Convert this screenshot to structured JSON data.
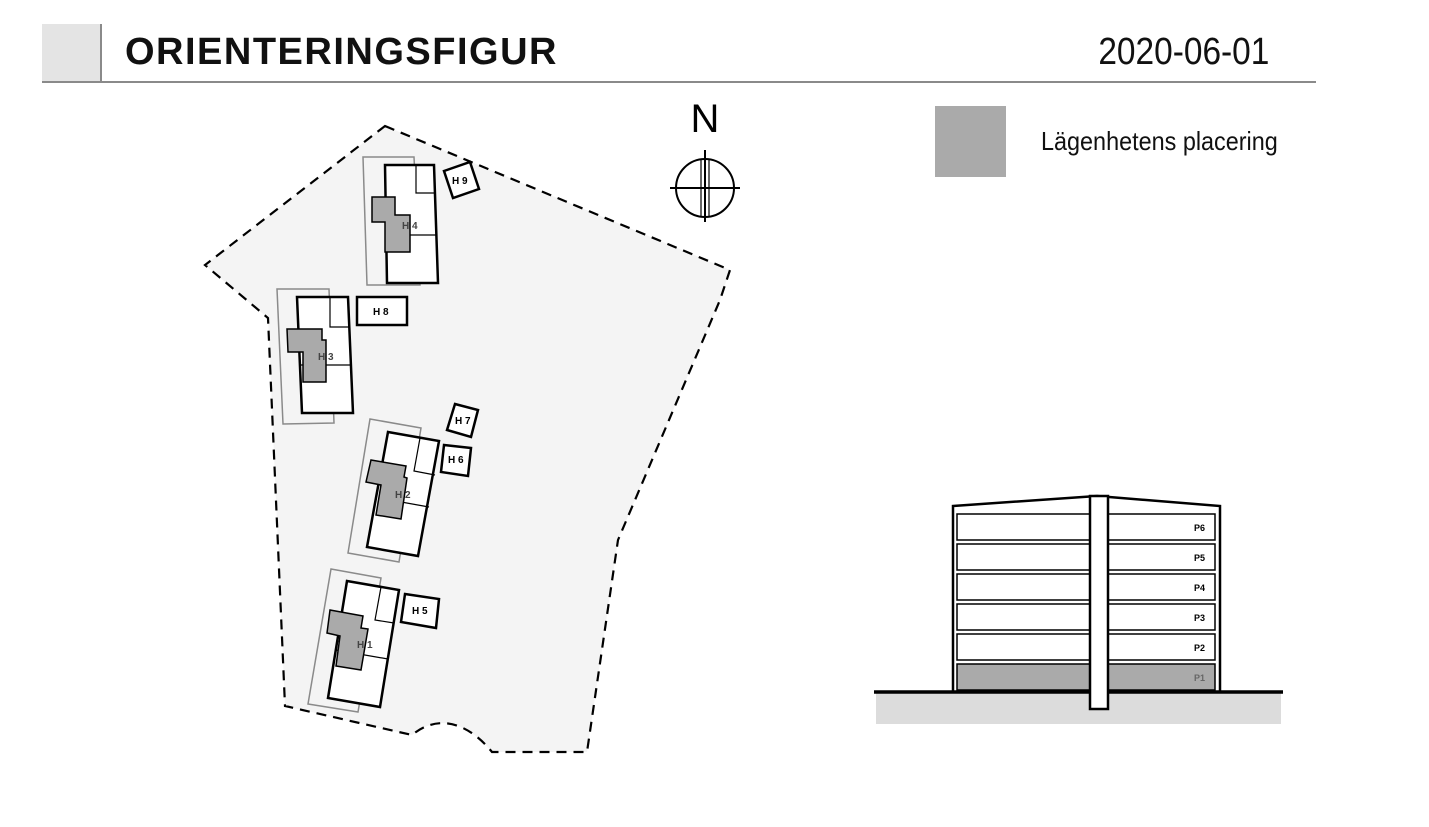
{
  "header": {
    "title": "ORIENTERINGSFIGUR",
    "date": "2020-06-01"
  },
  "legend": {
    "label": "Lägenhetens placering",
    "highlight_color": "#aaaaaa"
  },
  "compass": {
    "north_label": "N"
  },
  "site_plan": {
    "buildings": [
      {
        "id": "h1",
        "label": "H 1"
      },
      {
        "id": "h2",
        "label": "H 2"
      },
      {
        "id": "h3",
        "label": "H 3"
      },
      {
        "id": "h4",
        "label": "H 4"
      },
      {
        "id": "h5",
        "label": "H 5"
      },
      {
        "id": "h6",
        "label": "H 6"
      },
      {
        "id": "h7",
        "label": "H 7"
      },
      {
        "id": "h8",
        "label": "H 8"
      },
      {
        "id": "h9",
        "label": "H 9"
      }
    ]
  },
  "section": {
    "floors": [
      {
        "label": "P6",
        "highlighted": false
      },
      {
        "label": "P5",
        "highlighted": false
      },
      {
        "label": "P4",
        "highlighted": false
      },
      {
        "label": "P3",
        "highlighted": false
      },
      {
        "label": "P2",
        "highlighted": false
      },
      {
        "label": "P1",
        "highlighted": true
      }
    ]
  }
}
